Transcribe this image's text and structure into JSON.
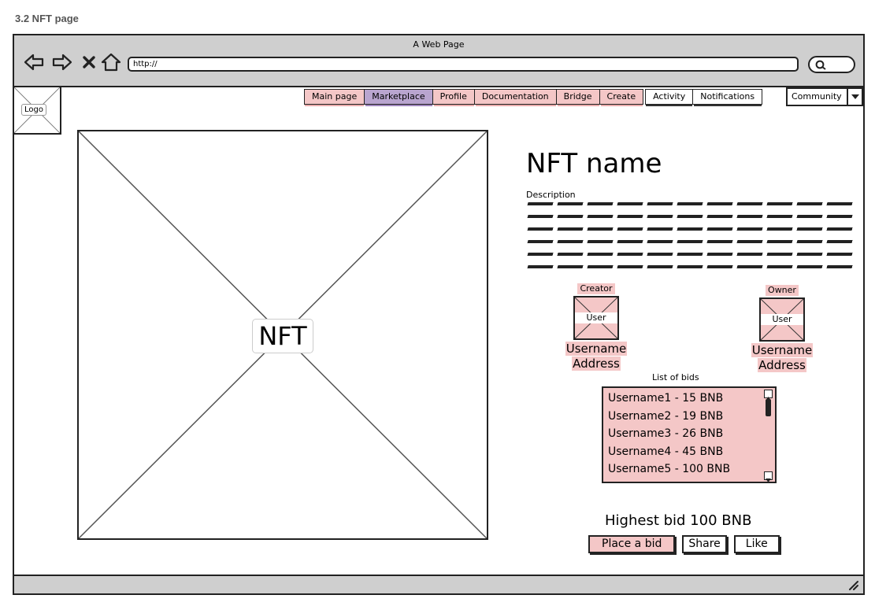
{
  "section_label": "3.2 NFT page",
  "window": {
    "title": "A Web Page",
    "url": "http://"
  },
  "logo": {
    "label": "Logo"
  },
  "nav": {
    "items": [
      {
        "label": "Main page",
        "style": "pink"
      },
      {
        "label": "Marketplace",
        "style": "purple"
      },
      {
        "label": "Profile",
        "style": "pink"
      },
      {
        "label": "Documentation",
        "style": "pink"
      },
      {
        "label": "Bridge",
        "style": "pink"
      },
      {
        "label": "Create",
        "style": "pink"
      },
      {
        "label": "Activity",
        "style": "plain"
      },
      {
        "label": "Notifications",
        "style": "plain"
      }
    ],
    "dropdown": {
      "label": "Community"
    }
  },
  "nft": {
    "image_label": "NFT",
    "title": "NFT name",
    "description_label": "Description"
  },
  "creator": {
    "role": "Creator",
    "avatar_label": "User",
    "username": "Username",
    "address": "Address"
  },
  "owner": {
    "role": "Owner",
    "avatar_label": "User",
    "username": "Username",
    "address": "Address"
  },
  "bids": {
    "title": "List of bids",
    "rows": [
      "Username1 - 15 BNB",
      "Username2 - 19 BNB",
      "Username3 - 26 BNB",
      "Username4 - 45 BNB",
      "Username5 - 100 BNB"
    ]
  },
  "highest_bid": "Highest bid 100 BNB",
  "actions": {
    "place_bid": "Place a bid",
    "share": "Share",
    "like": "Like"
  },
  "colors": {
    "accent_pink": "#f4c7c7",
    "accent_purple": "#b9a5cf",
    "chrome_gray": "#cfcfcf"
  }
}
